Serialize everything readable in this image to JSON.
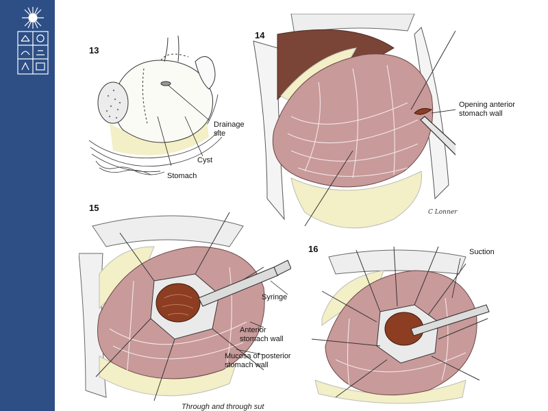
{
  "figures": [
    {
      "number": "13",
      "labels": [
        "Drainage\nsite",
        "Cyst",
        "Stomach"
      ]
    },
    {
      "number": "14",
      "labels": [
        "Opening anterior\nstomach wall"
      ],
      "signature": "C Lonner"
    },
    {
      "number": "15",
      "labels": [
        "Syringe",
        "Anterior\nstomach wall",
        "Mucosa of posterior\nstomach wall"
      ]
    },
    {
      "number": "16",
      "labels": [
        "Suction"
      ]
    }
  ],
  "caption": "Through and through sut",
  "colors": {
    "sidebar": "#2d4f86",
    "stomach_pink": "#c99a9a",
    "fat_yellow": "#f3efc6",
    "liver_brown": "#7a4536",
    "cyst_red": "#8c3d22"
  }
}
